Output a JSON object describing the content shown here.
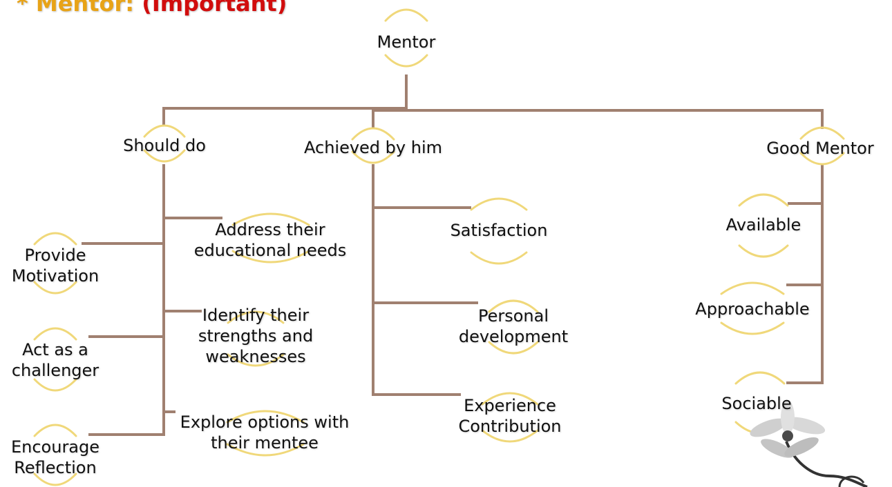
{
  "heading": {
    "prefix": "* Mentor:",
    "emphasis": "(Important)"
  },
  "colors": {
    "heading_orange": "#e8a317",
    "heading_red": "#d10d0d",
    "connector": "#a08070",
    "node_arc": "#f0d87a"
  },
  "nodes": {
    "root": "Mentor",
    "should_do": "Should do",
    "achieved_by_him": "Achieved by him",
    "good_mentor": "Good Mentor",
    "address_line1": "Address  their",
    "address_line2": "educational needs",
    "identify_line1": "Identify their",
    "identify_line2": "strengths and",
    "identify_line3": "weaknesses",
    "explore_line1": "Explore options with",
    "explore_line2": "their mentee",
    "provide_line1": "Provide",
    "provide_line2": "Motivation",
    "act_line1": "Act as a",
    "act_line2": "challenger",
    "encourage_line1": "Encourage",
    "encourage_line2": "Reflection",
    "satisfaction": "Satisfaction",
    "personal_line1": "Personal",
    "personal_line2": "development",
    "experience_line1": "Experience",
    "experience_line2": "Contribution",
    "available": "Available",
    "approachable": "Approachable",
    "sociable": "Sociable"
  },
  "decoration": {
    "flower_icon": "flower-icon"
  }
}
